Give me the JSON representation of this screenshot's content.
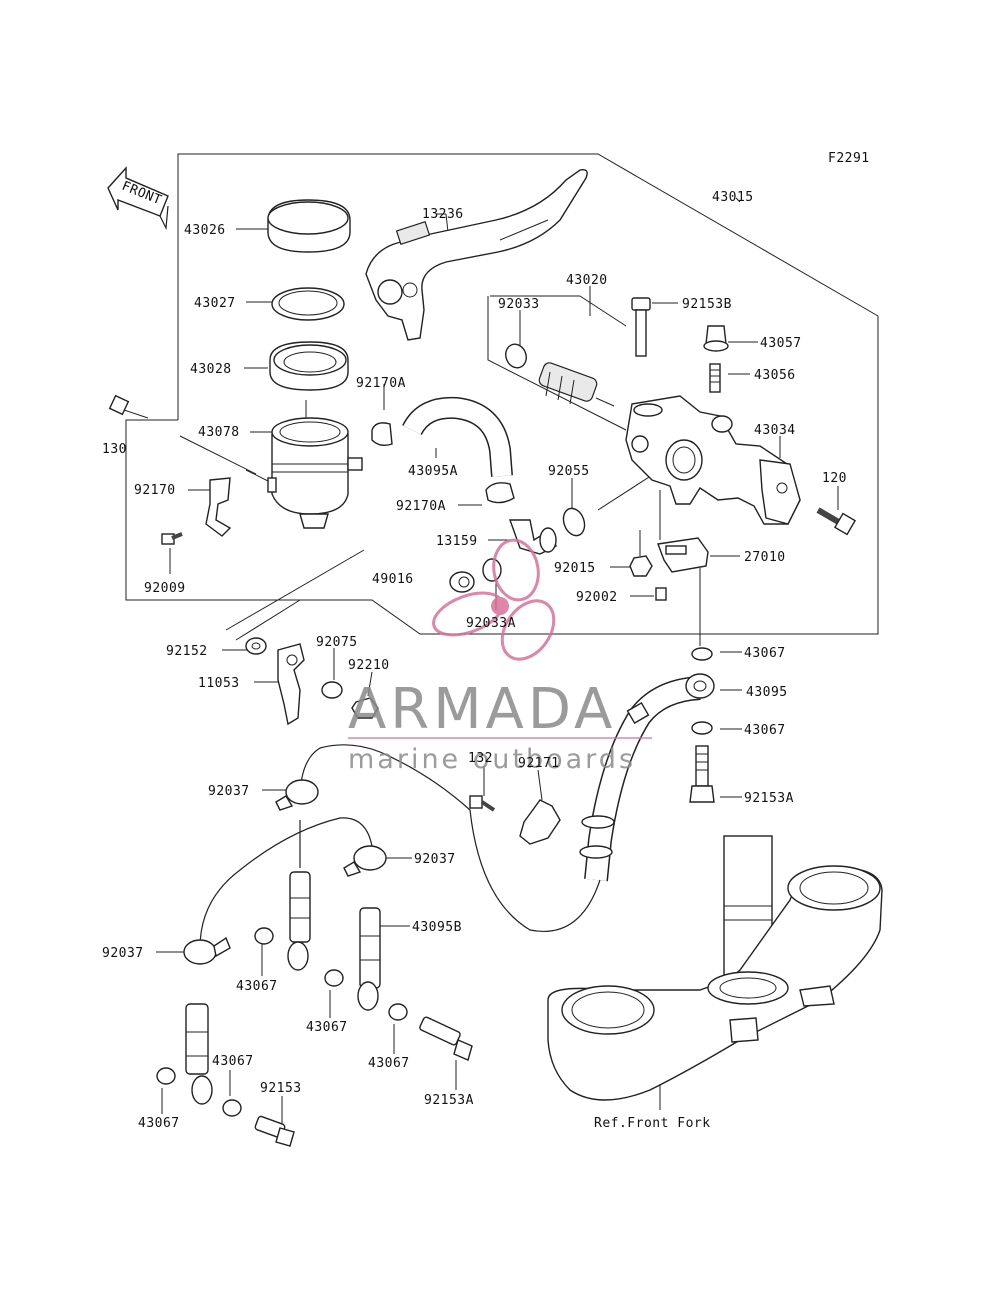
{
  "figure_code": "F2291",
  "front_label": "FRONT",
  "ref_label": "Ref.Front Fork",
  "watermark": {
    "name": "ARMADA",
    "tagline": "marine outboards",
    "color": "#d9709a"
  },
  "callouts": {
    "c43015": "43015",
    "c13236": "13236",
    "c43026": "43026",
    "c43027": "43027",
    "c43020": "43020",
    "c92033": "92033",
    "c92153B": "92153B",
    "c43057": "43057",
    "c43028": "43028",
    "c92170A": "92170A",
    "c43056": "43056",
    "c130": "130",
    "c43078": "43078",
    "c43034": "43034",
    "c43095A": "43095A",
    "c92055": "92055",
    "c92170": "92170",
    "c92170A_2": "92170A",
    "c120": "120",
    "c13159": "13159",
    "c92009": "92009",
    "c92015": "92015",
    "c27010": "27010",
    "c49016": "49016",
    "c92002": "92002",
    "c92033A": "92033A",
    "c92152": "92152",
    "c92075": "92075",
    "c43067_a": "43067",
    "c92210": "92210",
    "c11053": "11053",
    "c43095": "43095",
    "c43067_b": "43067",
    "c132": "132",
    "c92171": "92171",
    "c92037_a": "92037",
    "c92153A_a": "92153A",
    "c92037_b": "92037",
    "c43095B": "43095B",
    "c92037_c": "92037",
    "c43067_c": "43067",
    "c43067_d": "43067",
    "c43067_e": "43067",
    "c43067_f": "43067",
    "c92153": "92153",
    "c92153A_b": "92153A",
    "c43067_g": "43067"
  }
}
